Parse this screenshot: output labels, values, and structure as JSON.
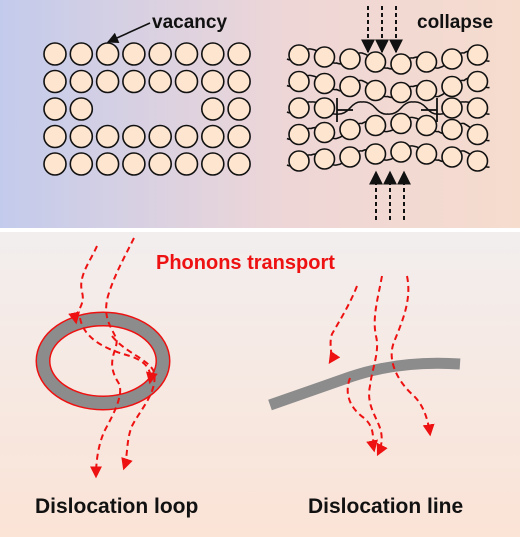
{
  "top_panel": {
    "vacancy_label": "vacancy",
    "collapse_label": "collapse",
    "bg_left_color": "#c3cbec",
    "bg_right_color": "#f6dccd",
    "atom_fill": "#fde5cf",
    "atom_stroke": "#111111"
  },
  "bottom_panel": {
    "phonons_label": "Phonons transport",
    "loop_label": "Dislocation loop",
    "line_label": "Dislocation line",
    "bg_color": "#fbe3d6",
    "phonon_color": "#ee1111",
    "dislocation_color": "#8c8c8c"
  }
}
